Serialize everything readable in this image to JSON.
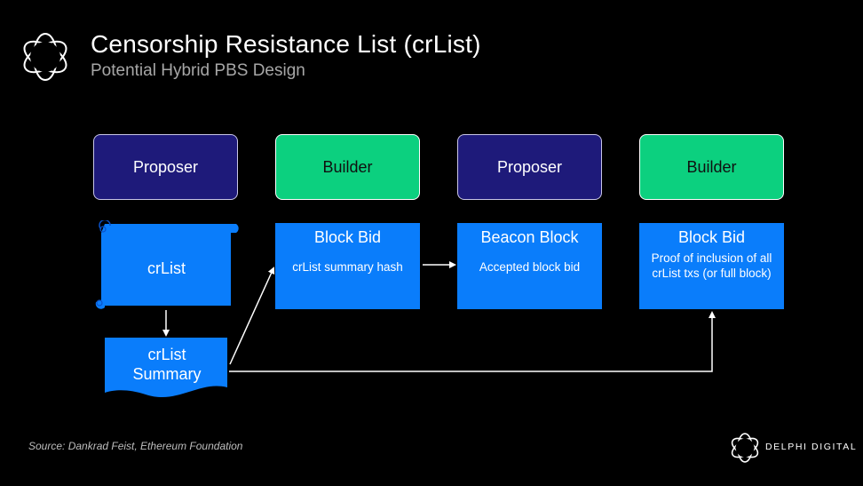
{
  "header": {
    "title": "Censorship Resistance List (crList)",
    "subtitle": "Potential Hybrid PBS Design",
    "logo_icon": "delphi-flower-logo-icon"
  },
  "roles": [
    {
      "label": "Proposer",
      "kind": "proposer"
    },
    {
      "label": "Builder",
      "kind": "builder"
    },
    {
      "label": "Proposer",
      "kind": "proposer"
    },
    {
      "label": "Builder",
      "kind": "builder"
    }
  ],
  "cards": [
    {
      "title": "Block Bid",
      "body": "crList summary hash"
    },
    {
      "title": "Beacon Block",
      "body": "Accepted block bid"
    },
    {
      "title": "Block Bid",
      "body": "Proof of inclusion of all crList txs (or full block)"
    }
  ],
  "scroll": {
    "label": "crList"
  },
  "document": {
    "line1": "crList",
    "line2": "Summary"
  },
  "footer": {
    "source": "Source: Dankrad Feist, Ethereum Foundation",
    "brand": "DELPHI DIGITAL"
  },
  "colors": {
    "background": "#000000",
    "proposer_fill": "#1e1a7a",
    "builder_fill": "#0cd07f",
    "card_fill": "#0a7dfb",
    "arrow": "#ffffff"
  }
}
